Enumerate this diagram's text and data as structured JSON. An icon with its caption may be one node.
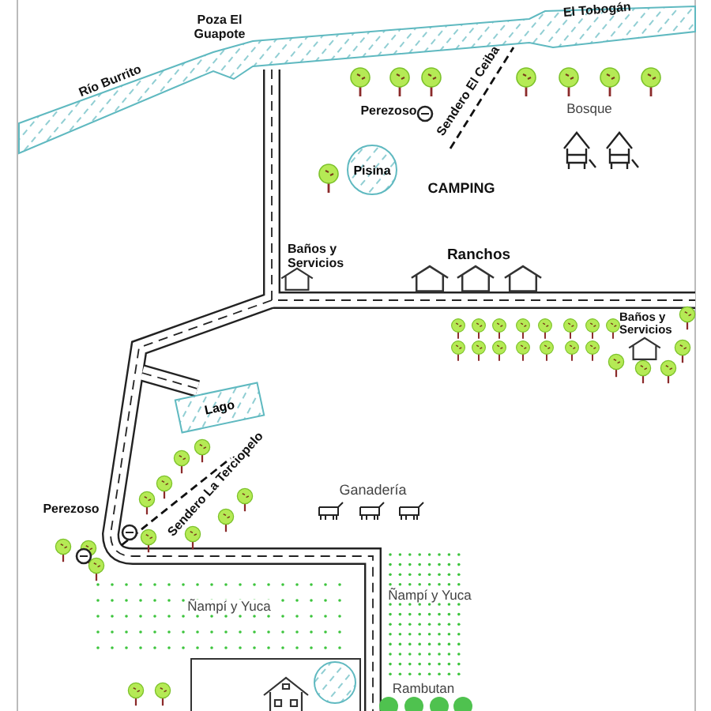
{
  "diagram": {
    "nodes": [
      {
        "text": [
          "Pisina"
        ]
      },
      {
        "text": [
          "Lago"
        ]
      }
    ],
    "labels": [
      "El Tobogán",
      "Poza El Guapote",
      "Río Burrito",
      "Sendero El Ceiba",
      "Bosque",
      "Perezoso",
      "CAMPING",
      "Baños y Servicios",
      "Ranchos",
      "Baños y Servicios",
      "Sendero La Terciopelo",
      "Ganadería",
      "Perezoso",
      "Ñampí y Yuca",
      "Ñampí y Yuca",
      "Rambutan"
    ]
  }
}
